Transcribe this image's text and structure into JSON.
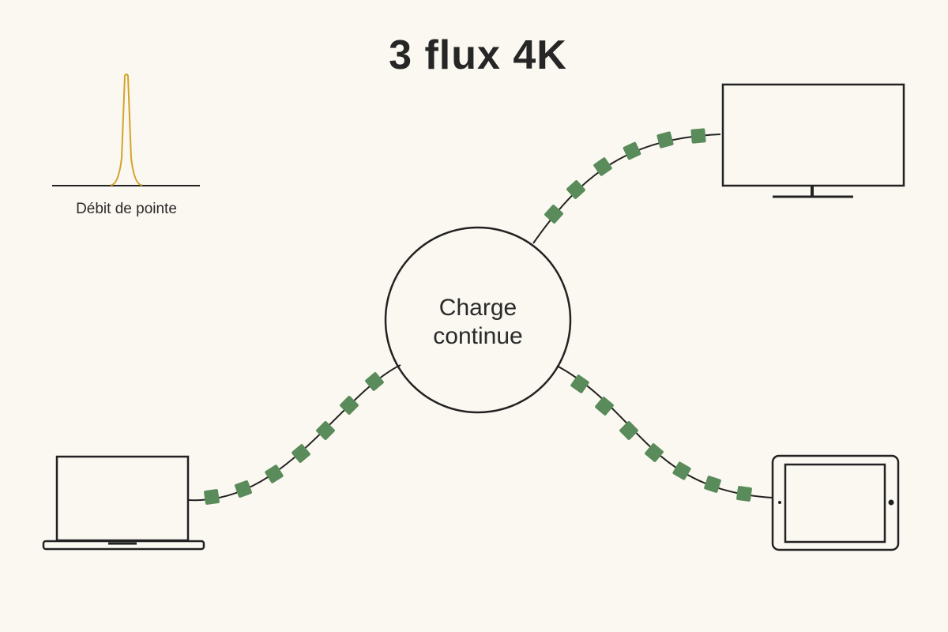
{
  "title": "3 flux 4K",
  "hub": {
    "label_line1": "Charge",
    "label_line2": "continue"
  },
  "peak_indicator": {
    "label": "Débit de pointe"
  },
  "devices": [
    {
      "name": "tv-icon"
    },
    {
      "name": "laptop-icon"
    },
    {
      "name": "tablet-icon"
    }
  ],
  "colors": {
    "background": "#FBF8F1",
    "stroke": "#222222",
    "packet": "#5A8B5A",
    "peak": "#D4A32A"
  }
}
